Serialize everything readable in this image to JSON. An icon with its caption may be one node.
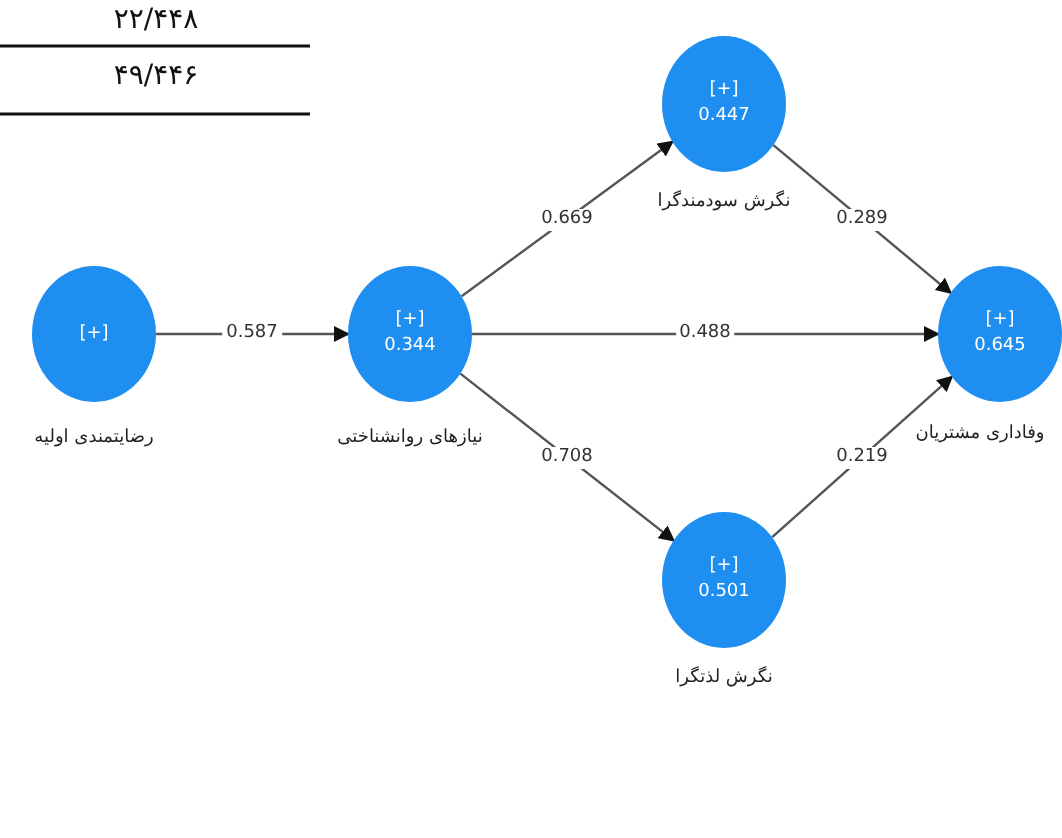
{
  "diagram": {
    "nodes": [
      {
        "text": [
          "[+]"
        ],
        "beside": [
          "رضایتمندی اولیه"
        ]
      },
      {
        "text": [
          "[+]",
          "0.344"
        ],
        "beside": [
          "نیازهای روانشناختی"
        ]
      },
      {
        "text": [
          "[+]",
          "0.447"
        ],
        "beside": [
          "نگرش سودمندگرا"
        ]
      },
      {
        "text": [
          "[+]",
          "0.645"
        ],
        "beside": [
          "وفاداری مشتریان"
        ]
      },
      {
        "text": [
          "[+]",
          "0.501"
        ],
        "beside": [
          "نگرش لذتگرا"
        ]
      }
    ],
    "edges": [
      {
        "from": 0,
        "to": 1,
        "arrow": "to",
        "label": "0.587"
      },
      {
        "from": 1,
        "to": 2,
        "arrow": "to",
        "label": "0.669"
      },
      {
        "from": 1,
        "to": 3,
        "arrow": "to",
        "label": "0.488"
      },
      {
        "from": 1,
        "to": 4,
        "arrow": "to",
        "label": "0.708"
      },
      {
        "from": 2,
        "to": 3,
        "arrow": "to",
        "label": "0.289"
      },
      {
        "from": 4,
        "to": 3,
        "arrow": "to",
        "label": "0.219"
      }
    ],
    "labels": [
      "۲۲/۴۴۸",
      "۴۹/۴۴۶"
    ]
  }
}
